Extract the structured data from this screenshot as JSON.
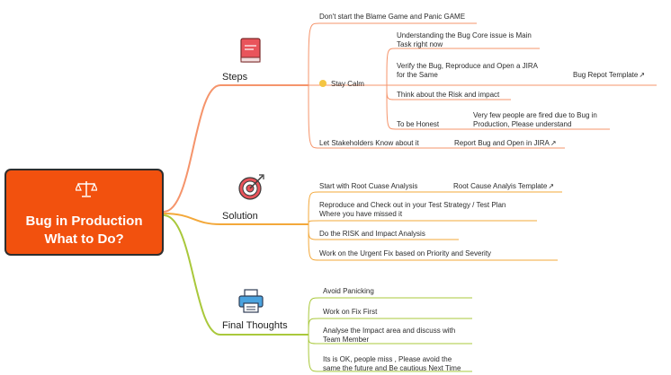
{
  "central": {
    "title_line1": "Bug in Production",
    "title_line2": "What to Do?",
    "icon": "scales-icon",
    "color": "#f2510e"
  },
  "branches": {
    "steps": {
      "label": "Steps",
      "icon": "book-icon",
      "color": "#f5946b",
      "items": {
        "blame": "Don't start the Blame Game and Panic GAME",
        "stay_calm": "Stay Calm",
        "understanding_l1": "Understanding the Bug Core issue is Main",
        "understanding_l2": "Task right now",
        "verify_l1": "Verify the Bug, Reproduce and Open a JIRA",
        "verify_l2": "for the Same",
        "bug_report_template": "Bug Repot Template",
        "think": "Think about the Risk and impact",
        "honest": "To be Honest",
        "fired_l1": "Very few people are fired due to Bug in",
        "fired_l2": "Production, Please understand",
        "stakeholders": "Let Stakeholders Know about it",
        "report_jira": "Report Bug and Open in JIRA"
      }
    },
    "solution": {
      "label": "Solution",
      "icon": "target-icon",
      "color": "#f3a83a",
      "items": {
        "rca": "Start with Root Cuase Analysis",
        "rca_template": "Root Cause Analyis Template",
        "reproduce_l1": "Reproduce and Check out in your Test Strategy / Test Plan",
        "reproduce_l2": "Where you have missed it",
        "risk": "Do the RISK and Impact Analysis",
        "urgent": "Work on the Urgent Fix based on Priority and Severity"
      }
    },
    "final_thoughts": {
      "label": "Final Thoughts",
      "icon": "printer-icon",
      "color": "#a9c83b",
      "items": {
        "avoid": "Avoid Panicking",
        "fix_first": "Work on Fix First",
        "analyse_l1": "Analyse the Impact area and discuss with",
        "analyse_l2": "Team Member",
        "ok_l1": "Its is OK, people miss , Please avoid the",
        "ok_l2": "same the future and Be cautious Next Time"
      }
    }
  }
}
